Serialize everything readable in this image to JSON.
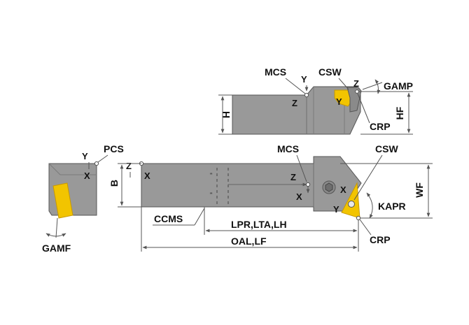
{
  "colors": {
    "body_fill": "#999999",
    "body_dark": "#8a8a8a",
    "insert_fill": "#f2c400",
    "insert_edge": "#c89a00",
    "line": "#555555",
    "text": "#111111"
  },
  "top_view": {
    "labels": {
      "mcs": "MCS",
      "csw": "CSW",
      "gamp": "GAMP",
      "crp": "CRP",
      "h": "H",
      "hf": "HF"
    },
    "axes": {
      "y": "Y",
      "z1": "Z",
      "z2": "Z",
      "y2": "Y"
    }
  },
  "side_view": {
    "labels": {
      "pcs": "PCS",
      "b": "B",
      "gamf": "GAMF"
    },
    "axes": {
      "y": "Y",
      "z": "Z",
      "x": "X"
    }
  },
  "main_view": {
    "labels": {
      "mcs": "MCS",
      "csw": "CSW",
      "kapr": "KAPR",
      "crp": "CRP",
      "wf": "WF",
      "ccms": "CCMS",
      "lpr": "LPR,LTA,LH",
      "oal": "OAL,LF"
    },
    "axes": {
      "z": "Z",
      "x1": "X",
      "x2": "X",
      "y": "Y"
    },
    "ticks": [
      "\"",
      "\""
    ]
  }
}
